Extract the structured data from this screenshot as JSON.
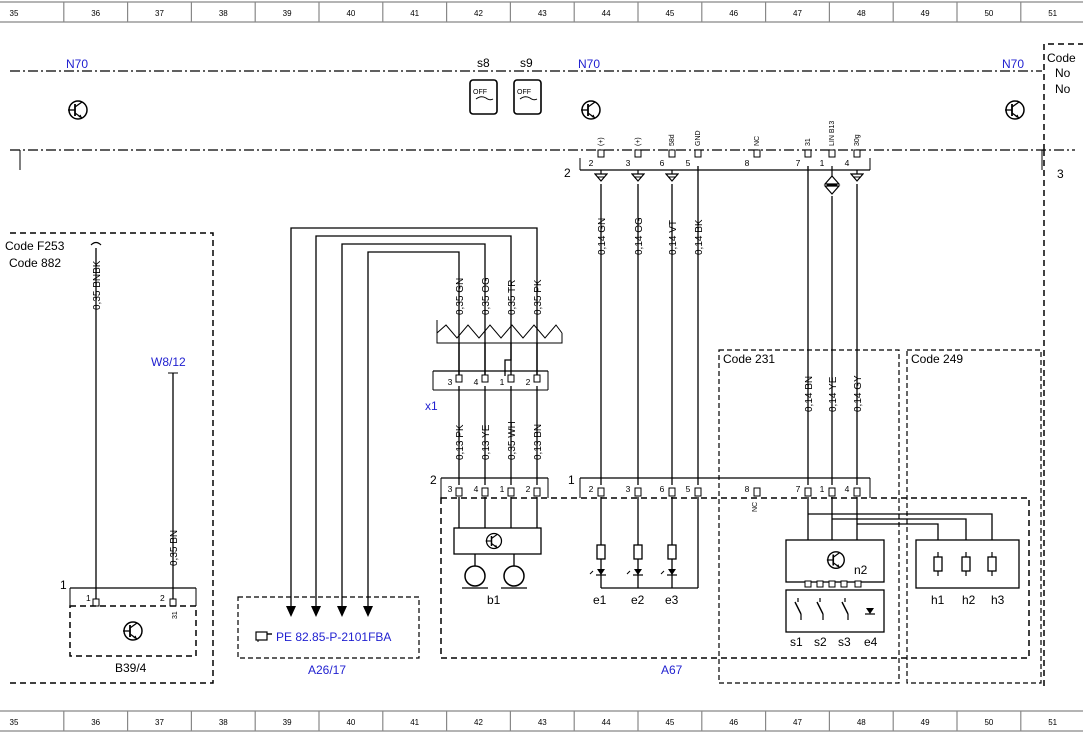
{
  "ruler": {
    "columns": [
      "35",
      "36",
      "37",
      "38",
      "39",
      "40",
      "41",
      "42",
      "43",
      "44",
      "45",
      "46",
      "47",
      "48",
      "49",
      "50",
      "51"
    ]
  },
  "modules": {
    "n70_left": "N70",
    "n70_mid": "N70",
    "n70_right": "N70",
    "s8": "s8",
    "s9": "s9",
    "s8_icon_text": "OFF",
    "s9_icon_text": "OFF"
  },
  "right_edge": {
    "code": "Code",
    "no1": "No",
    "no2": "No",
    "conn3": "3"
  },
  "top_connector": {
    "label": "2",
    "pins": [
      {
        "num": "2",
        "signal": "(+)"
      },
      {
        "num": "3",
        "signal": "(+)"
      },
      {
        "num": "6",
        "signal": "58d"
      },
      {
        "num": "5",
        "signal": "GND"
      },
      {
        "num": "8",
        "signal": "NC"
      },
      {
        "num": "7",
        "signal": "31"
      },
      {
        "num": "1",
        "signal": "LIN B13"
      },
      {
        "num": "4",
        "signal": "30g"
      }
    ]
  },
  "wires": {
    "gn": "0,14 GN",
    "og": "0,14 OG",
    "vt": "0,14 VT",
    "bk": "0,14 BK",
    "bn": "0,14 BN",
    "ye": "0,14 YE",
    "gy": "0,14 GY",
    "b_gn": "0,35 GN",
    "b_og": "0,35 OG",
    "b_tr": "0,35 TR",
    "b_pk": "0,35 PK",
    "c_pk": "0,13 PK",
    "c_ye": "0,13 YE",
    "c_wh": "0,35 WH",
    "c_bn": "0,13 BN",
    "bnbk": "0,35 BNBK",
    "w_bn": "0,35 BN"
  },
  "left_block": {
    "code_f253": "Code F253",
    "code_882": "Code 882",
    "w8_12": "W8/12",
    "b39_4": "B39/4",
    "conn_label": "1",
    "pin1": "1",
    "pin2": "2",
    "pin31": "31"
  },
  "x1": {
    "label": "x1",
    "pins": [
      "3",
      "4",
      "1",
      "2"
    ]
  },
  "a26_17": {
    "ref": "PE 82.85-P-2101FBA",
    "label": "A26/17"
  },
  "a67": {
    "label": "A67",
    "conn2": "2",
    "conn1": "1",
    "left_pins": [
      "3",
      "4",
      "1",
      "2"
    ],
    "right_pins": [
      "2",
      "3",
      "6",
      "5",
      "8",
      "7",
      "1",
      "4"
    ],
    "nc": "NC",
    "b1": "b1",
    "e1": "e1",
    "e2": "e2",
    "e3": "e3",
    "n2": "n2",
    "s1": "s1",
    "s2": "s2",
    "s3": "s3",
    "e4": "e4",
    "h1": "h1",
    "h2": "h2",
    "h3": "h3"
  },
  "codes": {
    "code231": "Code 231",
    "code249": "Code 249"
  }
}
